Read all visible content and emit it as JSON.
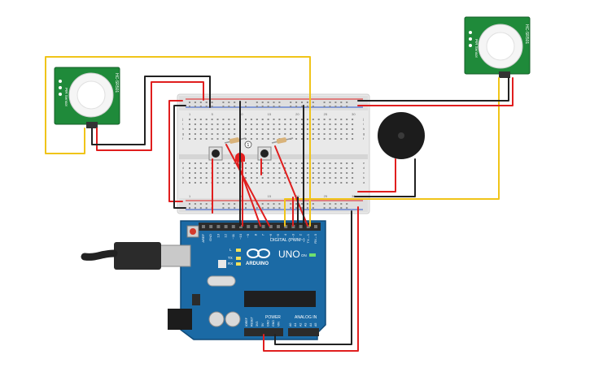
{
  "pir_left": {
    "model": "HC-SR501",
    "side_label": "PIR Sensor",
    "pins": "+ OUT −"
  },
  "pir_right": {
    "model": "HC-SR501",
    "side_label": "PIR Sensor",
    "pins": "+ OUT −"
  },
  "breadboard": {
    "col_numbers_top": [
      "1",
      "5",
      "10",
      "15",
      "20",
      "25",
      "30"
    ],
    "row_letters": [
      "j",
      "i",
      "h",
      "g",
      "f",
      "e",
      "d",
      "c",
      "b",
      "a"
    ]
  },
  "led": {
    "marker": "1"
  },
  "arduino": {
    "brand": "ARDUINO",
    "model": "UNO",
    "digital_label": "DIGITAL (PWM~)",
    "power_label": "POWER",
    "analog_label": "ANALOG IN",
    "tx_label": "TX",
    "rx_label": "RX",
    "l_label": "L",
    "on_label": "ON",
    "digital_pins": [
      "AREF",
      "GND",
      "13",
      "12",
      "~11",
      "~10",
      "~9",
      "8",
      "7",
      "~6",
      "~5",
      "4",
      "~3",
      "2",
      "TX→1",
      "RX←0"
    ],
    "power_pins": [
      "IOREF",
      "RESET",
      "3V3",
      "5V",
      "GND",
      "GND",
      "VIN"
    ],
    "analog_pins": [
      "A0",
      "A1",
      "A2",
      "A3",
      "A4",
      "A5"
    ]
  },
  "colors": {
    "wire_red": "#e01e1e",
    "wire_black": "#222222",
    "wire_yellow": "#f0c419",
    "arduino_blue": "#1b6aa5",
    "pir_green": "#1f8a3a",
    "breadboard": "#e9e9e9"
  }
}
